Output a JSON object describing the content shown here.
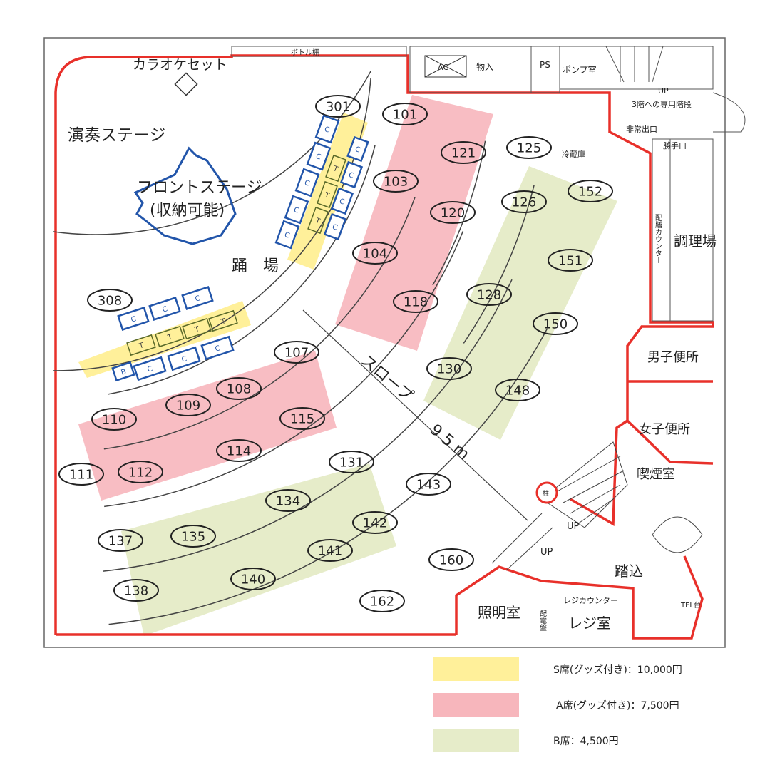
{
  "colors": {
    "s_seat": "#fff09a",
    "a_seat": "#f7b6bc",
    "b_seat": "#e6ecc9",
    "wall_red": "#e8302a",
    "front_stage_blue": "#2255aa"
  },
  "labels": {
    "karaoke": "カラオケセット",
    "bottle_shelf": "ボトル棚",
    "storage": "物入",
    "ac": "AC",
    "ps": "PS",
    "pump_room": "ポンプ室",
    "up_top": "UP",
    "stairs_3f": "3階への専用階段",
    "emergency_exit": "非常出口",
    "back_door": "勝手口",
    "fridge": "冷蔵庫",
    "kitchen": "調理場",
    "serving_counter": "配膳カウンター",
    "performance_stage": "演奏ステージ",
    "front_stage": "フロントステージ",
    "front_stage_note": "(収納可能)",
    "landing": "踊　場",
    "slope": "スロープ",
    "slope_length": "9 5 m",
    "mens_restroom": "男子便所",
    "womens_restroom": "女子便所",
    "smoking_room": "喫煙室",
    "entrance": "踏込",
    "lighting_room": "照明室",
    "register_counter": "レジカウンター",
    "register_room": "レジ室",
    "switchboard": "配電盤",
    "up_stairs": "UP",
    "up_slope": "UP",
    "pillar": "柱",
    "tel": "TEL台"
  },
  "tables": [
    "301",
    "101",
    "121",
    "125",
    "103",
    "126",
    "152",
    "120",
    "104",
    "151",
    "128",
    "118",
    "150",
    "308",
    "107",
    "130",
    "108",
    "148",
    "109",
    "110",
    "115",
    "114",
    "111",
    "112",
    "131",
    "143",
    "134",
    "142",
    "137",
    "135",
    "141",
    "160",
    "138",
    "140",
    "162"
  ],
  "blue_seats": {
    "c": "C",
    "t": "T",
    "b": "B"
  },
  "legend": [
    {
      "label": "S席(グッズ付き)：10,000円",
      "color": "#fff09a"
    },
    {
      "label": "A席(グッズ付き)：7,500円",
      "color": "#f7b6bc"
    },
    {
      "label": "B席：4,500円",
      "color": "#e6ecc9"
    }
  ]
}
